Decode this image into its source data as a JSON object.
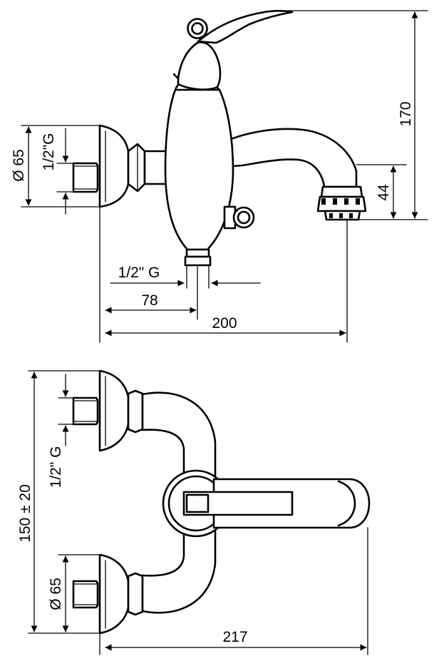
{
  "side_view": {
    "height_overall": "170",
    "spout_height": "44",
    "inlet_diameter": "Ø 65",
    "inlet_thread": "1/2\"G",
    "outlet_thread": "1/2\" G",
    "outlet_offset": "78",
    "total_projection": "200"
  },
  "top_view": {
    "center_distance": "150 ± 20",
    "inlet_thread": "1/2\" G",
    "inlet_diameter": "Ø 65",
    "total_width": "217"
  },
  "colors": {
    "line": "#000000",
    "background": "#ffffff"
  }
}
